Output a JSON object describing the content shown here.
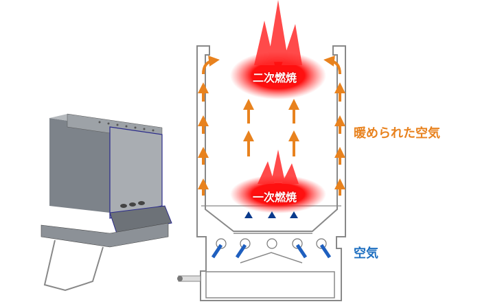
{
  "labels": {
    "secondary_combustion": "二次燃焼",
    "primary_combustion": "一次燃焼",
    "warmed_air": "暖められた空気",
    "air": "空気"
  },
  "colors": {
    "flame": "#ff1a1a",
    "warm_arrow": "#e8821e",
    "air_arrow_dark": "#0a3a8c",
    "air_arrow_light": "#4fc3f7",
    "warm_text": "#e8821e",
    "air_text": "#1e6fc0",
    "stove_gray": "#8a8f96",
    "outline_blue": "#2a2a8a"
  }
}
